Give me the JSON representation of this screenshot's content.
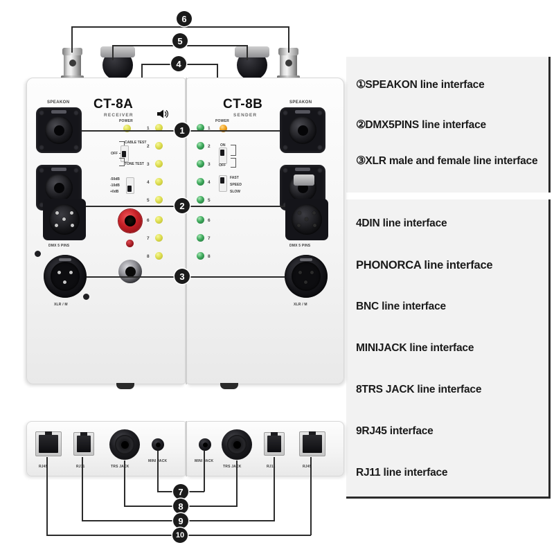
{
  "legend": {
    "panel1": [
      {
        "num": "①",
        "text": "SPEAKON line interface"
      },
      {
        "num": "②",
        "text": "DMX5PINS line interface"
      },
      {
        "num": "③",
        "text": "XLR male and female line interface"
      }
    ],
    "panel2": [
      {
        "text": "4DIN line interface"
      },
      {
        "text": "PHONORCA line interface"
      },
      {
        "text": "BNC line interface"
      },
      {
        "text": "MINIJACK line interface"
      },
      {
        "text": "8TRS JACK line interface"
      },
      {
        "text": "9RJ45 interface"
      },
      {
        "text": "RJ11 line interface"
      }
    ]
  },
  "callouts": {
    "c1": "1",
    "c2": "2",
    "c3": "3",
    "c4": "4",
    "c5": "5",
    "c6": "6",
    "c7": "7",
    "c8": "8",
    "c9": "9",
    "c10": "10"
  },
  "device": {
    "receiver": {
      "model": "CT-8A",
      "role": "RECEIVER",
      "speakon_label": "SPEAKON",
      "power_label": "POWER",
      "dmx_label": "DMX 5 PINS",
      "xlr_label": "XLR / M",
      "switch_top": {
        "top": "CABLE TEST",
        "mid": "OFF",
        "bottom": "TONE TEST"
      },
      "switch_gain": {
        "a": "-50dB",
        "b": "-10dB",
        "c": "+0dB"
      },
      "led_numbers": [
        "1",
        "2",
        "3",
        "4",
        "5",
        "6",
        "7",
        "8"
      ]
    },
    "sender": {
      "model": "CT-8B",
      "role": "SENDER",
      "speakon_label": "SPEAKON",
      "power_label": "POWER",
      "dmx_label": "DMX 5 PINS",
      "xlr_label": "XLR / M",
      "switch_power": {
        "on": "ON",
        "off": "OFF"
      },
      "switch_speed": {
        "fast": "FAST",
        "mid": "SPEED",
        "slow": "SLOW"
      },
      "led_numbers": [
        "1",
        "2",
        "3",
        "4",
        "5",
        "6",
        "7",
        "8"
      ]
    },
    "bottom_left": {
      "rj45": "RJ45",
      "rj11": "RJ11",
      "trs": "TRS JACK",
      "mini": "MINI JACK"
    },
    "bottom_right": {
      "mini": "MINI JACK",
      "trs": "TRS JACK",
      "rj11": "RJ11",
      "rj45": "RJ45"
    }
  },
  "colors": {
    "panel_bg": "#f2f2f2",
    "line": "#2b2b2b",
    "badge_bg": "#1b1b1b",
    "led_yellow": "#dede52",
    "led_green": "#3faa5d",
    "led_orange": "#f0a21e"
  }
}
